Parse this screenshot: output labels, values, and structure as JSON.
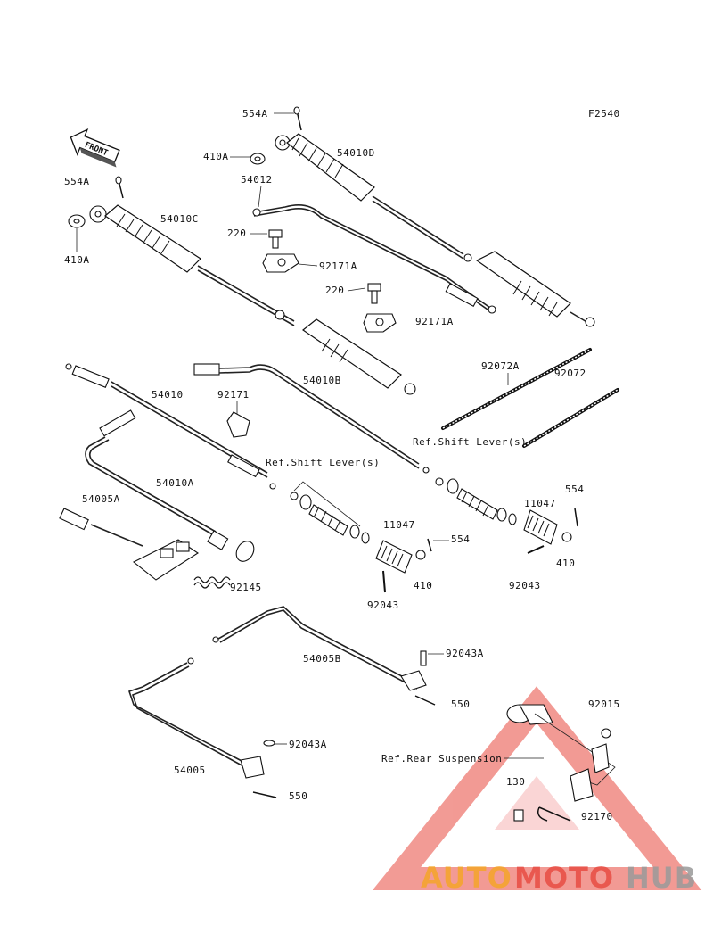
{
  "figure_code": "F2540",
  "front_marker": "FRONT",
  "refs": {
    "shift_lever_left": "Ref.Shift Lever(s)",
    "shift_lever_right": "Ref.Shift Lever(s)",
    "rear_suspension": "Ref.Rear Suspension"
  },
  "labels": {
    "l554A_top": "554A",
    "l410A_top": "410A",
    "l54010D": "54010D",
    "l54012": "54012",
    "l554A_left": "554A",
    "l54010C": "54010C",
    "l410A_left": "410A",
    "l220_a": "220",
    "l92171A_a": "92171A",
    "l220_b": "220",
    "l92171A_b": "92171A",
    "l92072A": "92072A",
    "l92072": "92072",
    "l54010": "54010",
    "l92171": "92171",
    "l54010B": "54010B",
    "l554_right": "554",
    "l11047_right": "11047",
    "l410_right": "410",
    "l92043_right": "92043",
    "l54010A": "54010A",
    "l54005A": "54005A",
    "l11047_mid": "11047",
    "l554_mid": "554",
    "l410_mid": "410",
    "l92043_mid": "92043",
    "l92145": "92145",
    "l54005B": "54005B",
    "l92043A_a": "92043A",
    "l550_a": "550",
    "l92015": "92015",
    "l92043A_b": "92043A",
    "l54005": "54005",
    "l130": "130",
    "l92170": "92170",
    "l550_b": "550"
  },
  "watermark": {
    "part1": "AUTO",
    "part2": "MOTO",
    "part3": "HUB",
    "color_orange": "#f5a623",
    "color_red": "#e8483e",
    "color_gray": "#9a9a9a"
  }
}
